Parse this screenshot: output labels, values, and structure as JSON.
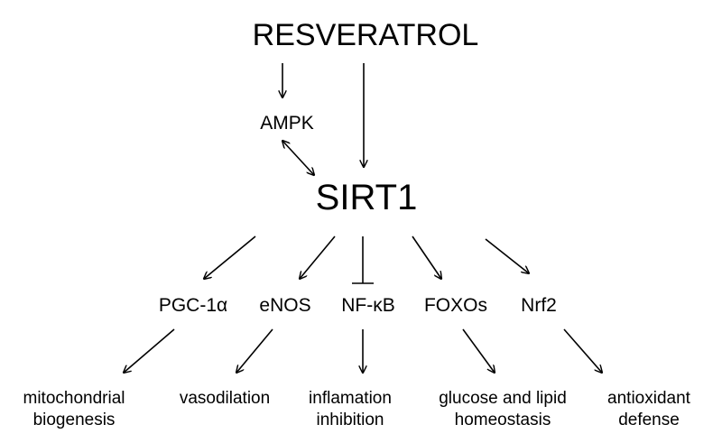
{
  "diagram": {
    "top": "RESVERATROL",
    "ampk": "AMPK",
    "center": "SIRT1",
    "targets": [
      "PGC-1α",
      "eNOS",
      "NF-κB",
      "FOXOs",
      "Nrf2"
    ],
    "outcomes": [
      [
        "mitochondrial",
        "biogenesis"
      ],
      [
        "vasodilation"
      ],
      [
        "inflamation",
        "inhibition"
      ],
      [
        "glucose and lipid",
        "homeostasis"
      ],
      [
        "antioxidant",
        "defense"
      ]
    ],
    "edges": [
      {
        "from": "RESVERATROL",
        "to": "AMPK",
        "type": "activation"
      },
      {
        "from": "RESVERATROL",
        "to": "SIRT1",
        "type": "activation"
      },
      {
        "from": "AMPK",
        "to": "SIRT1",
        "type": "bidirectional"
      },
      {
        "from": "SIRT1",
        "to": "PGC-1α",
        "type": "activation"
      },
      {
        "from": "SIRT1",
        "to": "eNOS",
        "type": "activation"
      },
      {
        "from": "SIRT1",
        "to": "NF-κB",
        "type": "inhibition"
      },
      {
        "from": "SIRT1",
        "to": "FOXOs",
        "type": "activation"
      },
      {
        "from": "SIRT1",
        "to": "Nrf2",
        "type": "activation"
      },
      {
        "from": "PGC-1α",
        "to": "mitochondrial biogenesis",
        "type": "activation"
      },
      {
        "from": "eNOS",
        "to": "vasodilation",
        "type": "activation"
      },
      {
        "from": "NF-κB",
        "to": "inflamation inhibition",
        "type": "activation"
      },
      {
        "from": "FOXOs",
        "to": "glucose and lipid homeostasis",
        "type": "activation"
      },
      {
        "from": "Nrf2",
        "to": "antioxidant defense",
        "type": "activation"
      }
    ]
  }
}
